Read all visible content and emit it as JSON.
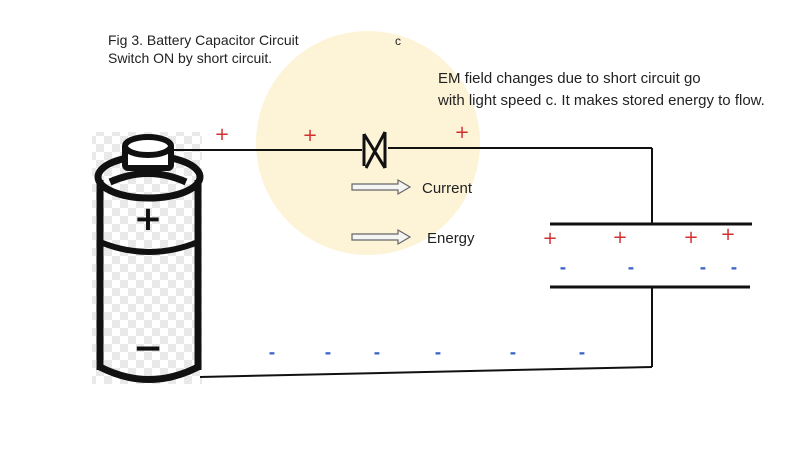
{
  "caption": {
    "line1": "Fig 3. Battery Capacitor Circuit",
    "line2": "Switch ON by short circuit."
  },
  "c_label": "c",
  "note": {
    "line1": "EM  field changes due to short circuit go",
    "line2": "with light speed c.  It makes stored energy to flow."
  },
  "arrows": {
    "current": "Current",
    "energy": "Energy"
  },
  "battery": {
    "plus": "+",
    "minus": "−"
  },
  "charges": {
    "top_wire": [
      "+",
      "+",
      "+"
    ],
    "capacitor_top": [
      "+",
      "+",
      "+",
      "+"
    ],
    "capacitor_bottom": [
      "-",
      "-",
      "-",
      "-"
    ],
    "bottom_wire": [
      "-",
      "-",
      "-",
      "-",
      "-",
      "-"
    ]
  },
  "colors": {
    "field_glow": "#fdf3d6",
    "positive": "#d03030",
    "negative": "#3a64c8",
    "wire": "#111111"
  }
}
